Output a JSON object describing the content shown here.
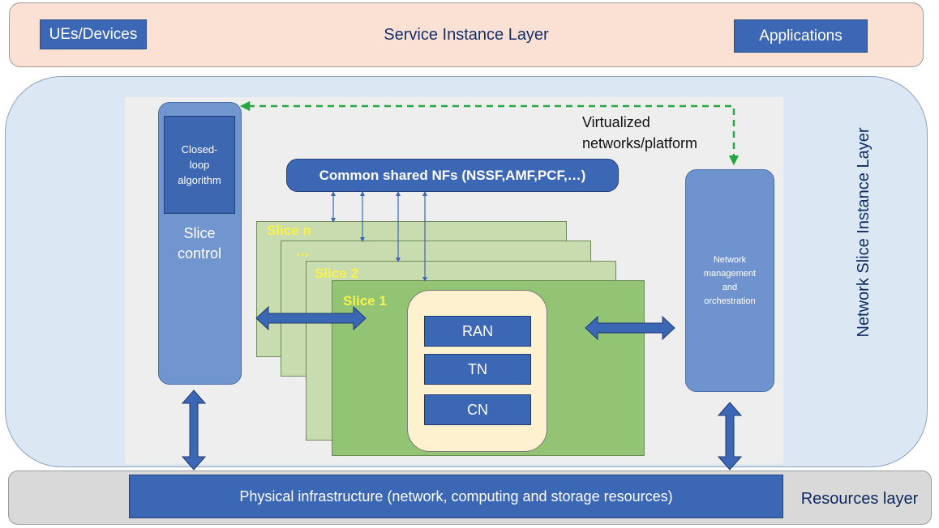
{
  "service_layer": {
    "title": "Service Instance Layer",
    "ues_label": "UEs/Devices",
    "apps_label": "Applications"
  },
  "nsi_layer": {
    "title": "Network Slice Instance Layer",
    "virtualized_label_line1": "Virtualized",
    "virtualized_label_line2": "networks/platform",
    "common_nfs_label": "Common shared NFs (NSSF,AMF,PCF,…)",
    "slice_control": {
      "closed_loop_line1": "Closed-",
      "closed_loop_line2": "loop",
      "closed_loop_line3": "algorithm",
      "label_line1": "Slice",
      "label_line2": "control"
    },
    "nmo": {
      "line1": "Network",
      "line2": "management",
      "line3": "and",
      "line4": "orchestration"
    },
    "slices": {
      "slice_n": "Slice n",
      "slice_dots": "…",
      "slice_2": "Slice 2",
      "slice_1": "Slice 1"
    },
    "domains": {
      "ran": "RAN",
      "tn": "TN",
      "cn": "CN"
    }
  },
  "resources_layer": {
    "title": "Resources layer",
    "physical_label": "Physical infrastructure (network, computing and storage resources)"
  },
  "colors": {
    "service_bg": "#fbe0d4",
    "nsi_bg": "#dbe8f4",
    "box_blue": "#3b67b5",
    "slice_green": "#92c474",
    "slice_pale": "#c9dcb0",
    "cream": "#fdf1cf",
    "dashed_green": "#27a744",
    "arrow_blue": "#3b67b5"
  }
}
